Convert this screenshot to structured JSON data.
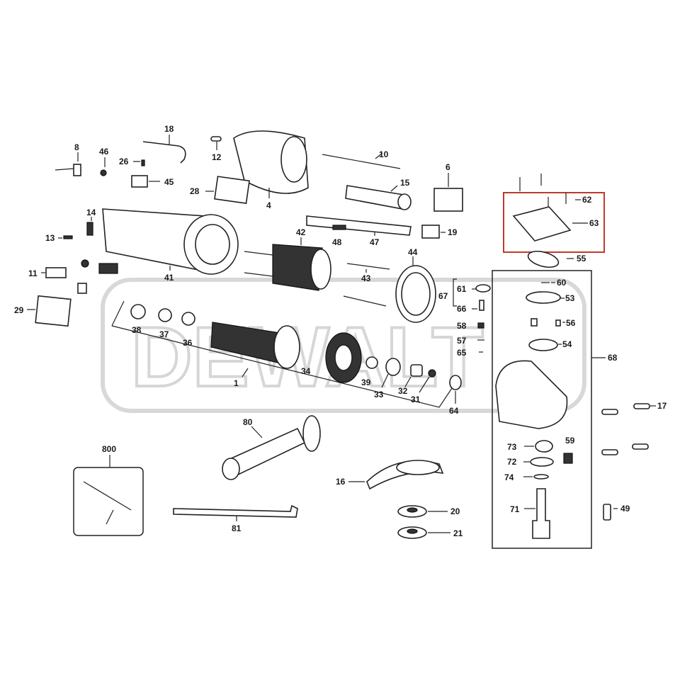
{
  "watermark": "DEWALT",
  "highlight_color": "#c0392b",
  "labels": {
    "p8": "8",
    "p46": "46",
    "p26": "26",
    "p18": "18",
    "p12": "12",
    "p4": "4",
    "p10": "10",
    "p6": "6",
    "p45": "45",
    "p28": "28",
    "p15": "15",
    "p14": "14",
    "p13": "13",
    "p41": "41",
    "p42": "42",
    "p48": "48",
    "p47": "47",
    "p19": "19",
    "p44": "44",
    "p11": "11",
    "p43": "43",
    "p29": "29",
    "p38": "38",
    "p37": "37",
    "p36": "36",
    "p1": "1",
    "p34": "34",
    "p39": "39",
    "p33": "33",
    "p32": "32",
    "p31": "31",
    "p64": "64",
    "p67": "67",
    "p61": "61",
    "p66": "66",
    "p58": "58",
    "p57": "57",
    "p65": "65",
    "p62": "62",
    "p63": "63",
    "p55": "55",
    "p60": "60",
    "p53": "53",
    "p56": "56",
    "p54": "54",
    "p68": "68",
    "p17": "17",
    "p73": "73",
    "p59": "59",
    "p72": "72",
    "p74": "74",
    "p71": "71",
    "p49": "49",
    "p80": "80",
    "p800": "800",
    "p16": "16",
    "p20": "20",
    "p21": "21",
    "p81": "81"
  }
}
